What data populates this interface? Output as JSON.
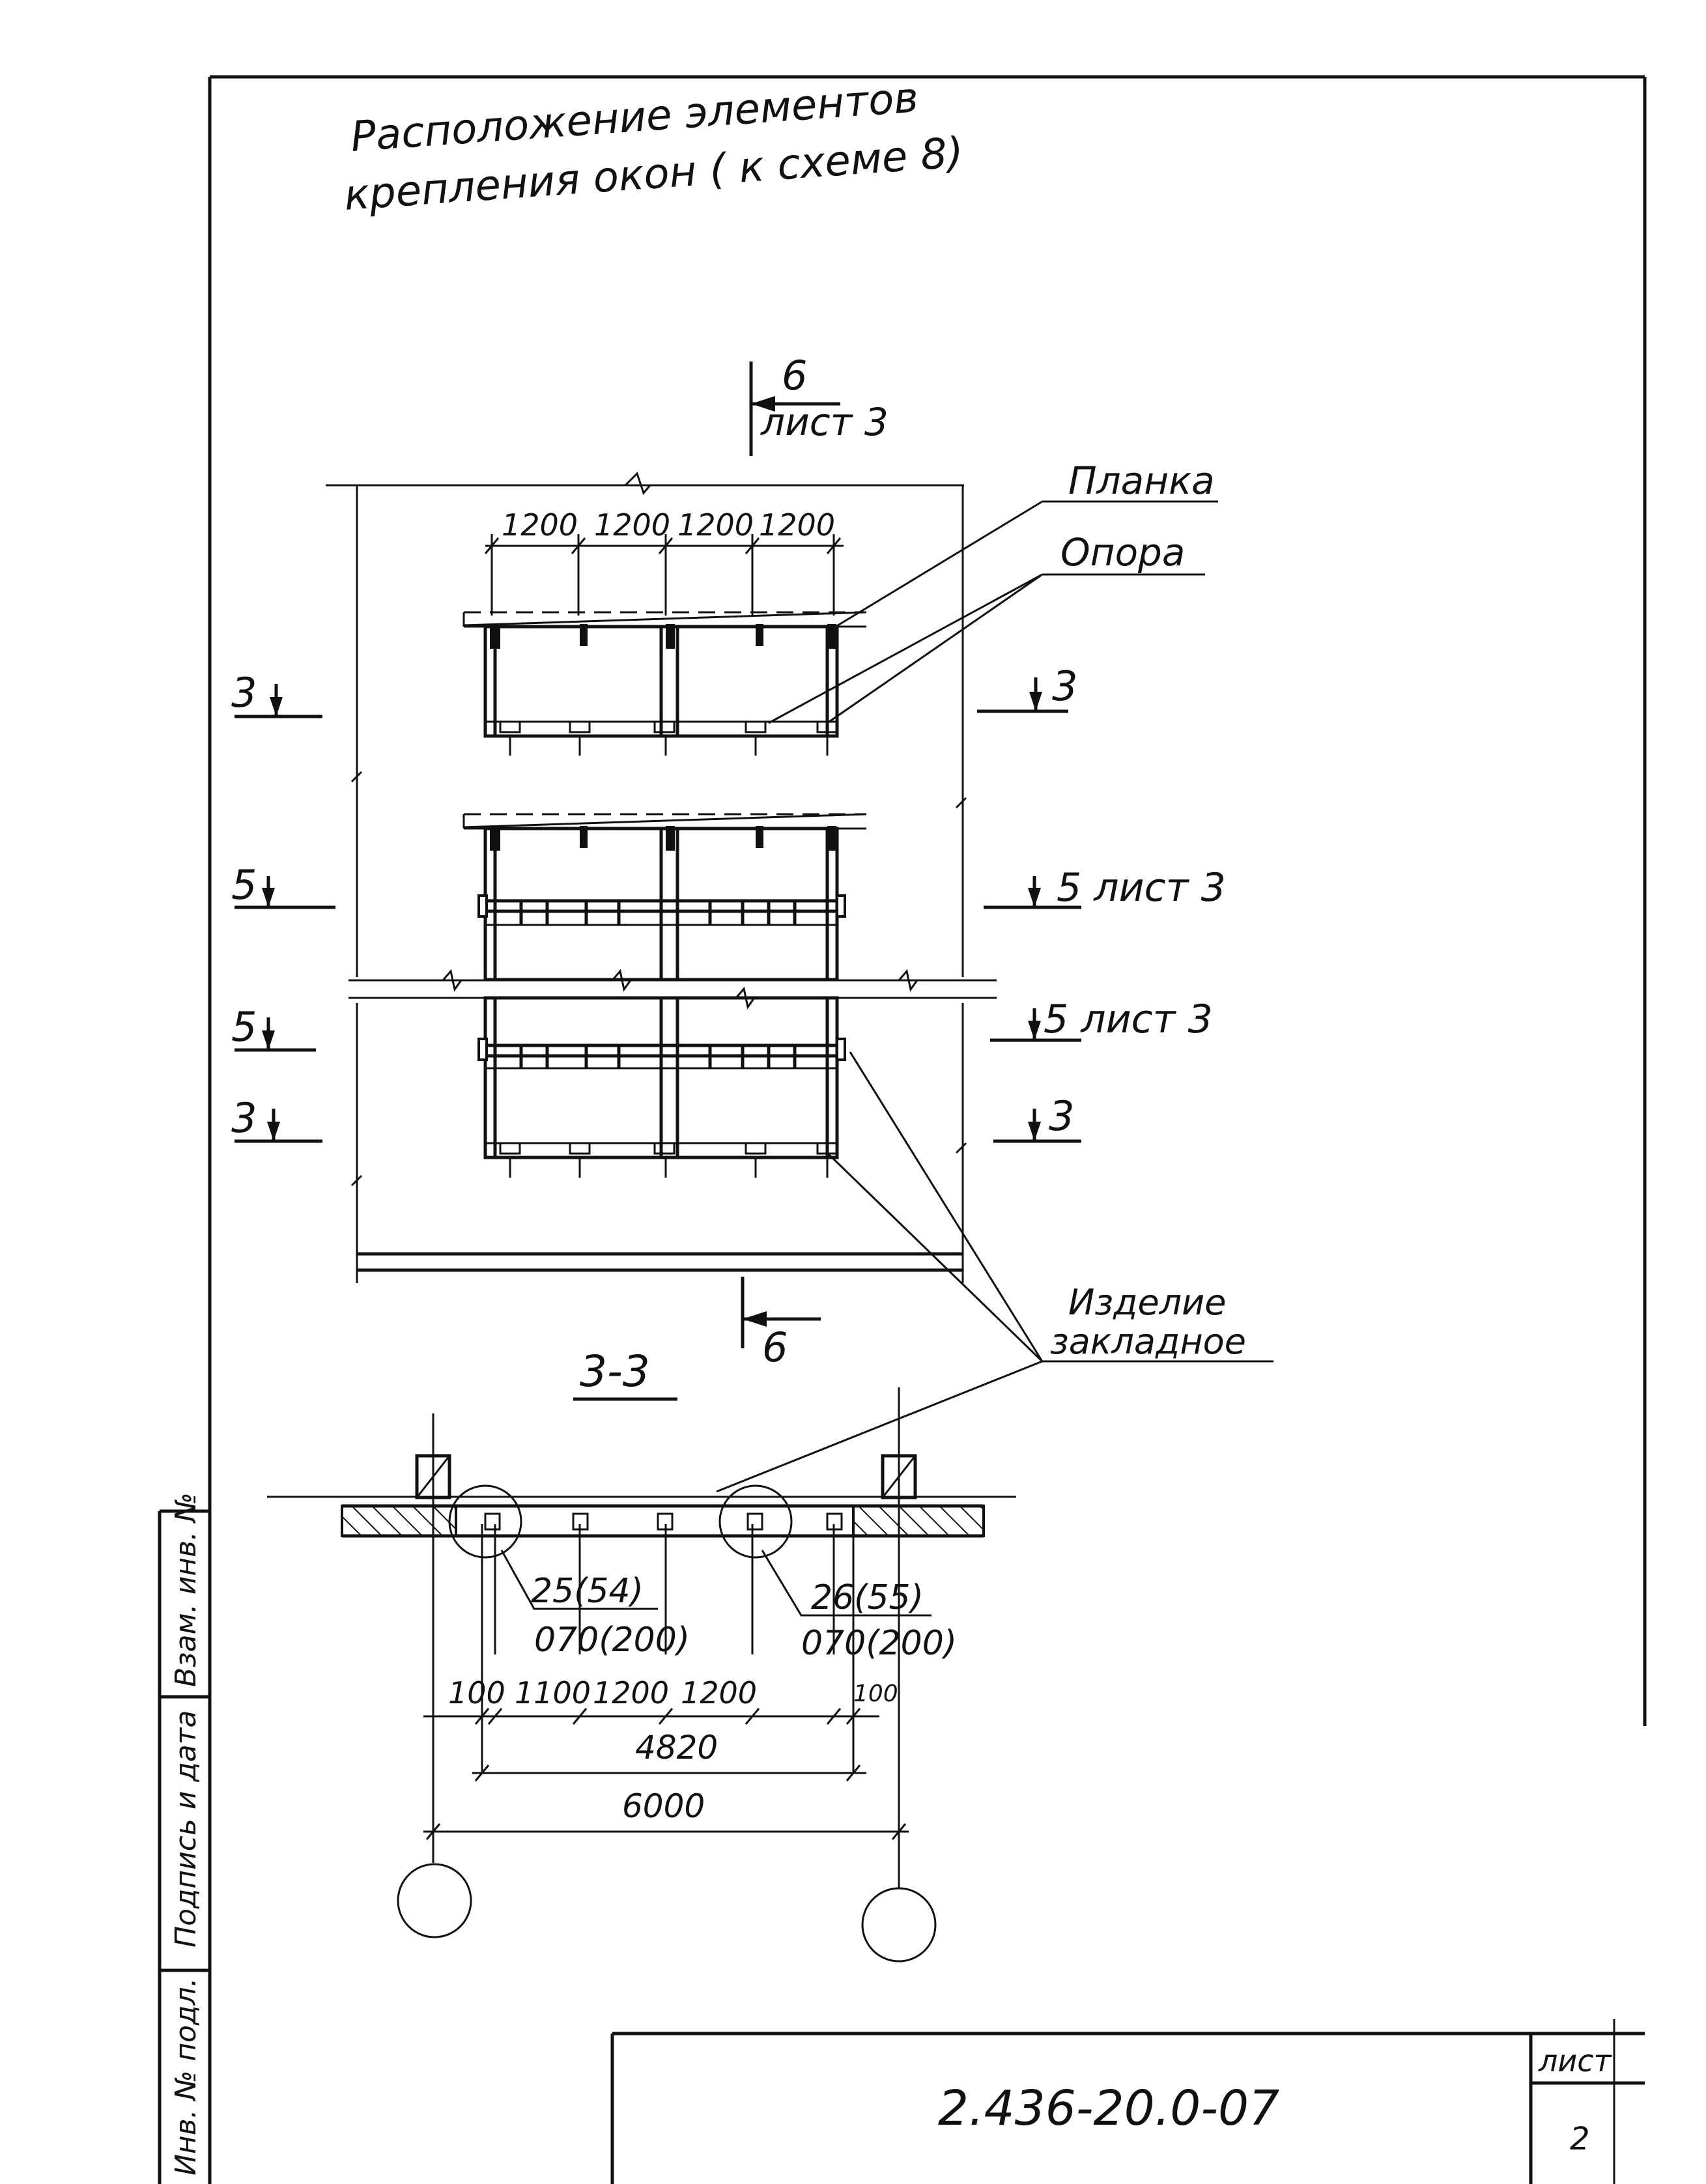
{
  "title": {
    "line1": "Расположение элементов",
    "line2": "крепления окон ( к схеме 8)"
  },
  "section_marks": {
    "top": {
      "num": "6",
      "sheet": "лист 3"
    },
    "bottom": {
      "num": "6"
    },
    "left": [
      "3",
      "5",
      "5",
      "3"
    ],
    "right": [
      "3",
      "5 лист 3",
      "5 лист 3",
      "3"
    ]
  },
  "callouts": {
    "planka": "Планка",
    "opora": "Опора",
    "izdelie_line1": "Изделие",
    "izdelie_line2": "закладное"
  },
  "plan_dims": [
    "1200",
    "1200",
    "1200",
    "1200"
  ],
  "section": {
    "title": "3-3",
    "node_left_top": "25(54)",
    "node_left_bottom": "070(200)",
    "node_right_top": "26(55)",
    "node_right_bottom": "070(200)",
    "dims_row": [
      "100",
      "1100",
      "1200",
      "1200",
      "100"
    ],
    "overall_inner": "4820",
    "overall": "6000"
  },
  "side_stamp": {
    "cells": [
      "Инв. № подл.",
      "Подпись и дата",
      "Взам. инв. №"
    ]
  },
  "title_block": {
    "code": "2.436-20.0-07",
    "sheet_label": "лист",
    "sheet_num": "2"
  },
  "colors": {
    "ink": "#111111",
    "paper": "#ffffff"
  }
}
